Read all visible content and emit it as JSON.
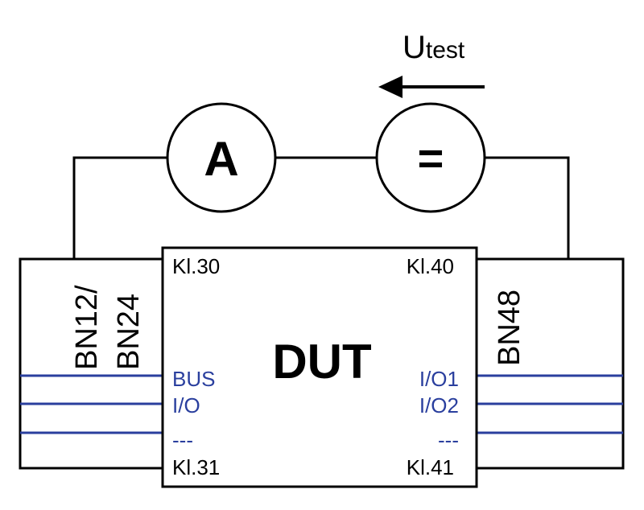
{
  "title": {
    "main": "U",
    "sub": "test"
  },
  "meters": {
    "ammeter": "A",
    "source": "="
  },
  "dut": {
    "label": "DUT",
    "terminals": {
      "top_left": "Kl.30",
      "top_right": "Kl.40",
      "bottom_left": "Kl.31",
      "bottom_right": "Kl.41"
    },
    "left_io": [
      "BUS",
      "I/O",
      "---"
    ],
    "right_io": [
      "I/O1",
      "I/O2",
      "---"
    ]
  },
  "boxes": {
    "left_top": "BN12/",
    "left_bottom": "BN24",
    "right": "BN48"
  },
  "colors": {
    "line": "#000000",
    "signal": "#2a3f9e",
    "background": "#ffffff"
  }
}
